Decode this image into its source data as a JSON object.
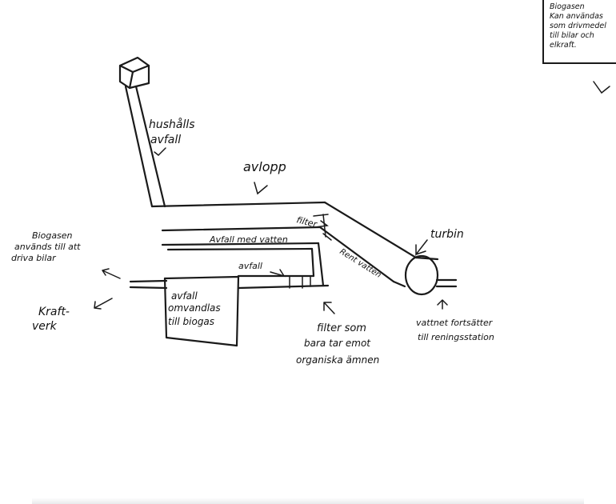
{
  "note": {
    "lines": [
      "Biogasen",
      "Kan användas",
      "som drivmedel",
      "till bilar och",
      "elkraft."
    ]
  },
  "labels": {
    "hushalls_line1": "hushålls",
    "hushalls_line2": "avfall",
    "avlopp": "avlopp",
    "filter": "filter",
    "avfall_med_vatten": "Avfall med vatten",
    "rent_vatten": "Rent vatten",
    "turbin": "turbin",
    "avfall": "avfall",
    "avfall_omvandlas_1": "avfall",
    "avfall_omvandlas_2": "omvandlas",
    "avfall_omvandlas_3": "till biogas",
    "biogasen_1": "Biogasen",
    "biogasen_2": "används till att",
    "biogasen_3": "driva bilar",
    "kraftverk_1": "Kraft-",
    "kraftverk_2": "verk",
    "filter_som_1": "filter som",
    "filter_som_2": "bara tar emot",
    "filter_som_3": "organiska ämnen",
    "vattnet_1": "vattnet fortsätter",
    "vattnet_2": "till reningsstation"
  },
  "colors": {
    "ink": "#1a1a1a",
    "paper": "#ffffff"
  }
}
